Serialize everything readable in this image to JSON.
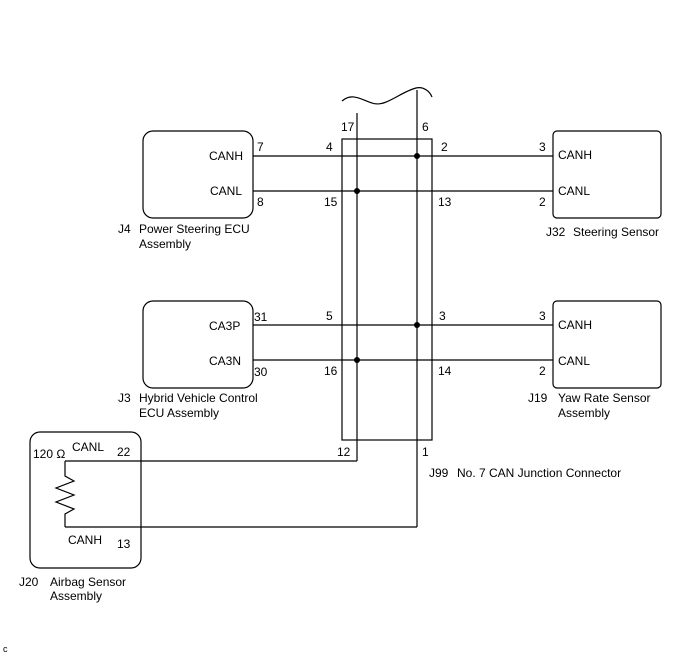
{
  "components": {
    "power_steering_ecu": {
      "code": "J4",
      "name_line1": "Power Steering ECU",
      "name_line2": "Assembly",
      "signal_high": "CANH",
      "signal_low": "CANL",
      "pin_high": "7",
      "pin_low": "8"
    },
    "steering_sensor": {
      "code": "J32",
      "name_line1": "Steering Sensor",
      "signal_high": "CANH",
      "signal_low": "CANL",
      "pin_high": "3",
      "pin_low": "2"
    },
    "hybrid_ecu": {
      "code": "J3",
      "name_line1": "Hybrid Vehicle Control",
      "name_line2": "ECU Assembly",
      "signal_high": "CA3P",
      "signal_low": "CA3N",
      "pin_high": "31",
      "pin_low": "30"
    },
    "yaw_rate_sensor": {
      "code": "J19",
      "name_line1": "Yaw Rate Sensor",
      "name_line2": "Assembly",
      "signal_high": "CANH",
      "signal_low": "CANL",
      "pin_high": "3",
      "pin_low": "2"
    },
    "airbag_sensor": {
      "code": "J20",
      "name_line1": "Airbag Sensor",
      "name_line2": "Assembly",
      "signal_low": "CANL",
      "signal_high": "CANH",
      "pin_low": "22",
      "pin_high": "13",
      "resistor_value": "120 Ω"
    }
  },
  "junction": {
    "code": "J99",
    "name": "No. 7 CAN Junction Connector",
    "pin_top_left": "17",
    "pin_top_right": "6",
    "pin_in_1": "4",
    "pin_in_2": "15",
    "pin_out_1": "2",
    "pin_out_2": "13",
    "pin_in_3": "5",
    "pin_in_4": "16",
    "pin_out_3": "3",
    "pin_out_4": "14",
    "pin_bottom_left": "12",
    "pin_bottom_right": "1"
  },
  "corner_mark": "c"
}
